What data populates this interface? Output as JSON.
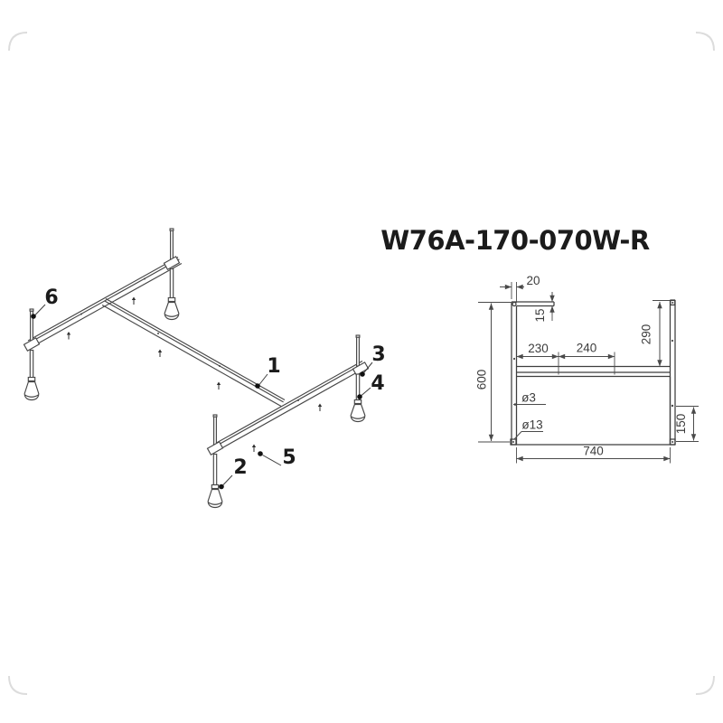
{
  "title": "W76A-170-070W-R",
  "colors": {
    "background": "#ffffff",
    "line": "#3e3e3e",
    "dimension": "#4a4a4a",
    "label": "#1b1b1b"
  },
  "isometric_view": {
    "callouts": [
      {
        "label": "1"
      },
      {
        "label": "2"
      },
      {
        "label": "3"
      },
      {
        "label": "4"
      },
      {
        "label": "5"
      },
      {
        "label": "6"
      }
    ]
  },
  "dimension_view": {
    "dimensions": {
      "d20": "20",
      "d15": "15",
      "d230": "230",
      "d240": "240",
      "d290": "290",
      "d600": "600",
      "d740": "740",
      "d150": "150",
      "hole_small": "ø3",
      "hole_large": "ø13"
    }
  }
}
